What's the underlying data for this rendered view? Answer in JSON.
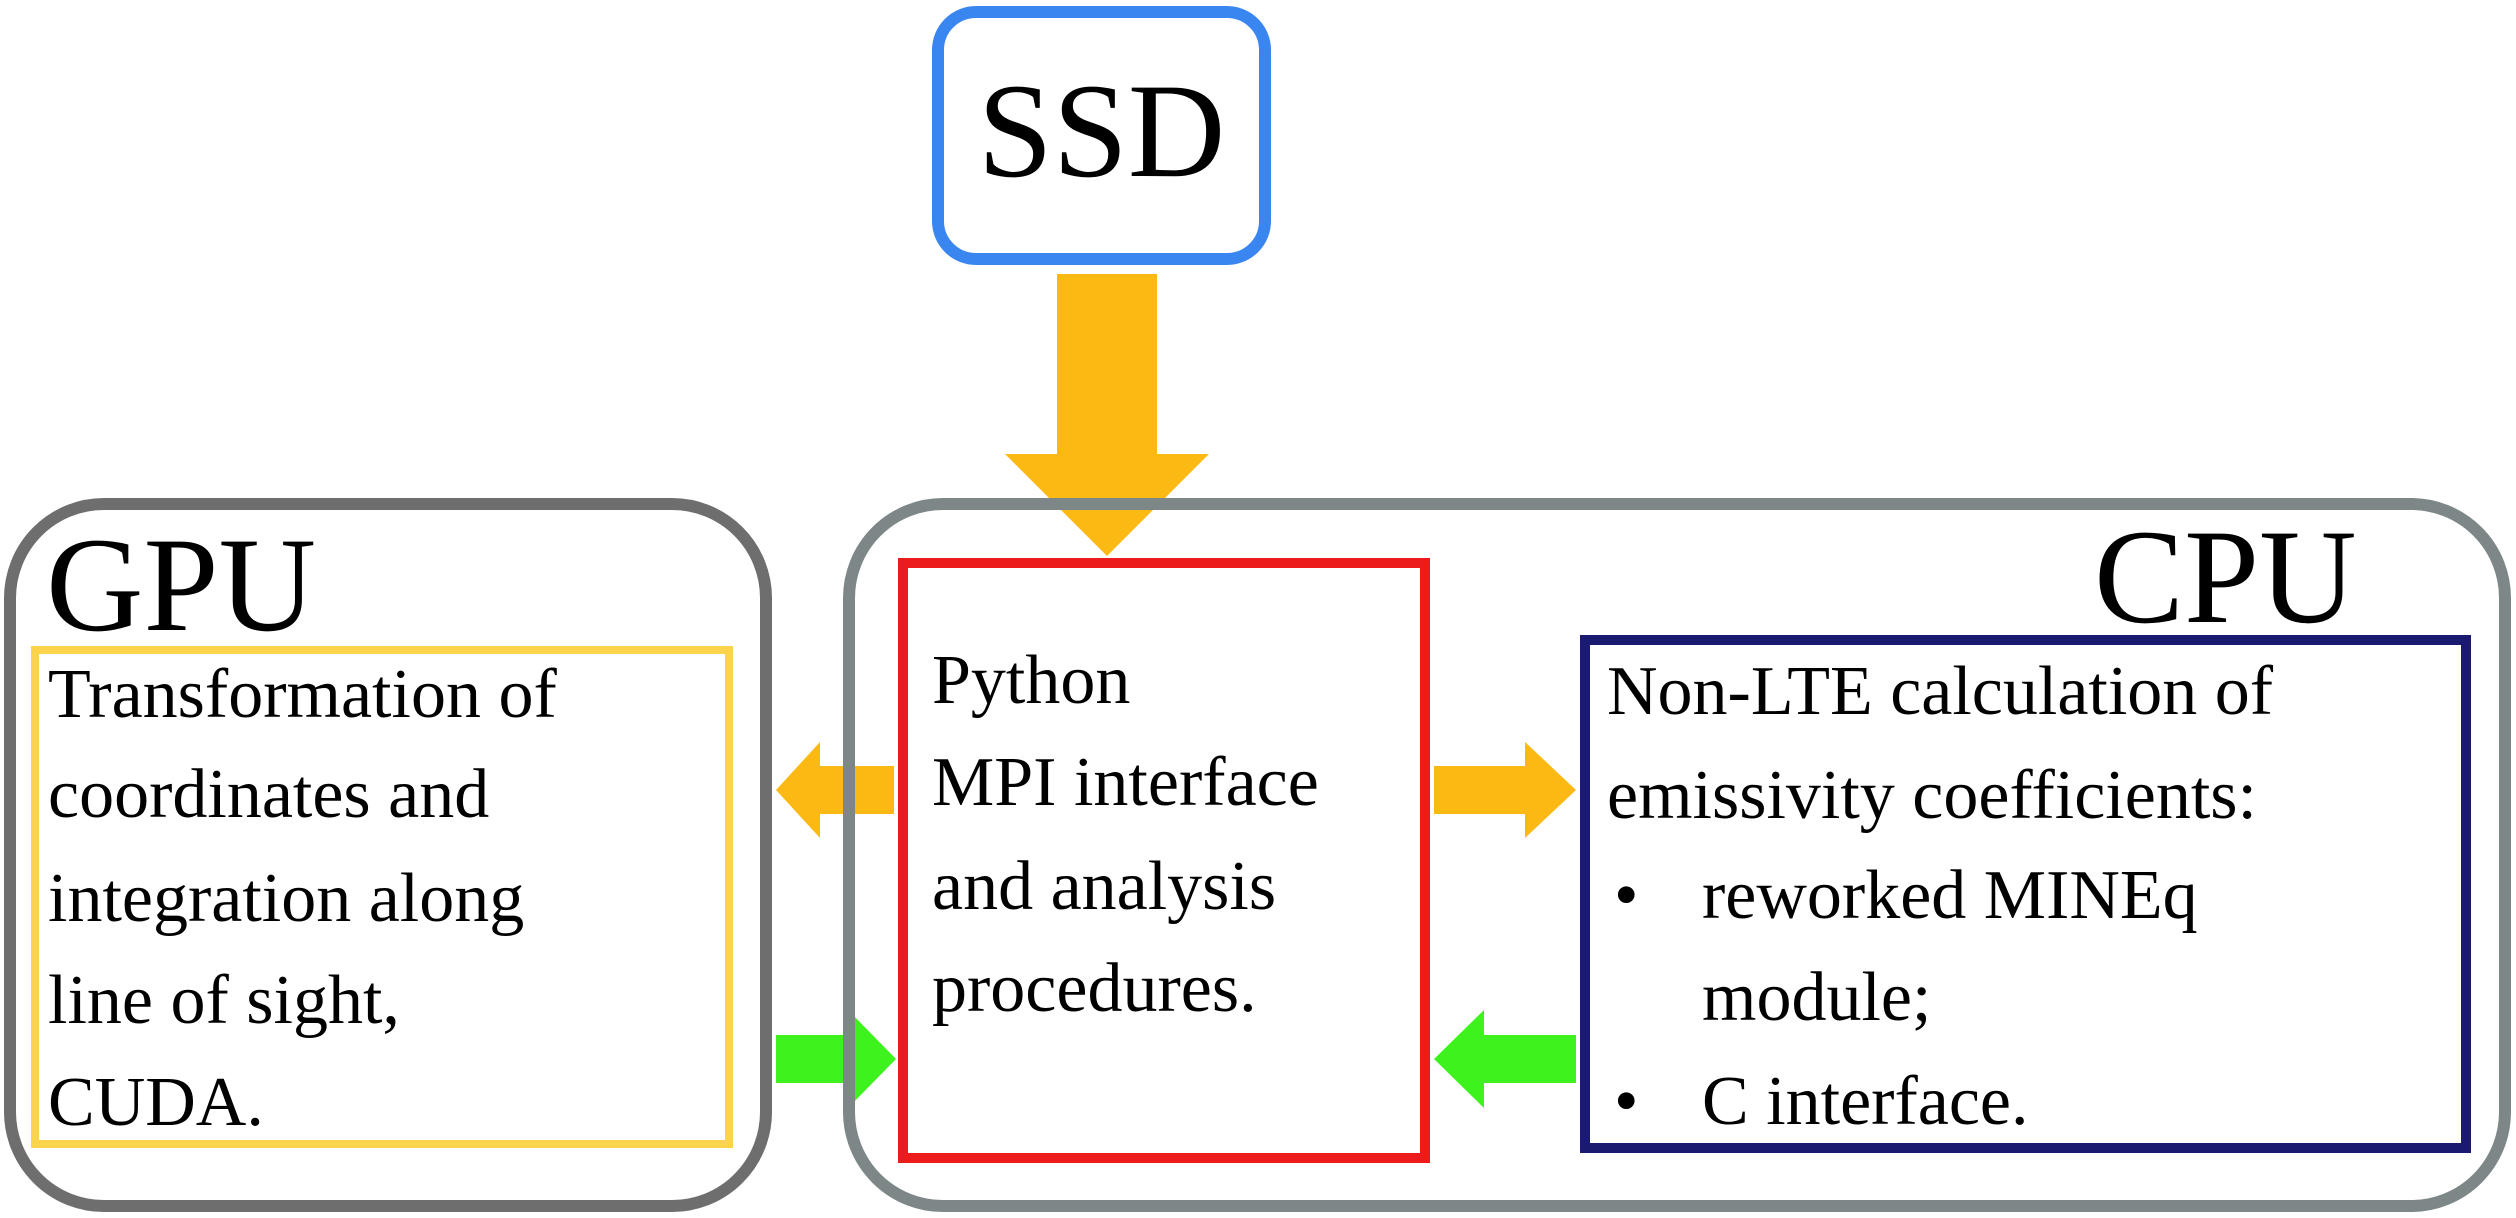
{
  "ssd": {
    "label": "SSD"
  },
  "gpu": {
    "label": "GPU",
    "lines": [
      "Transformation of",
      "coordinates and",
      "integration along",
      "line of sight,",
      "CUDA."
    ]
  },
  "python": {
    "lines": [
      "Python",
      "MPI interface",
      "and analysis",
      "procedures."
    ]
  },
  "cpu": {
    "label": "CPU",
    "heading": [
      "Non-LTE calculation of",
      "emissivity coefficients:"
    ],
    "bullets": [
      {
        "lines": [
          "reworked MINEq",
          "module;"
        ]
      },
      {
        "lines": [
          "C interface."
        ]
      }
    ],
    "bullet_glyph": "•"
  },
  "colors": {
    "ssd_border": "#3a86f0",
    "gpu_outer": "#6e6e6e",
    "gpu_inner": "#fcd44c",
    "cpu_outer": "#7d8787",
    "cpu_inner": "#1a1a70",
    "python_border": "#ed1c1c",
    "data_arrow": "#fdb913",
    "return_arrow": "#3ef21e"
  }
}
